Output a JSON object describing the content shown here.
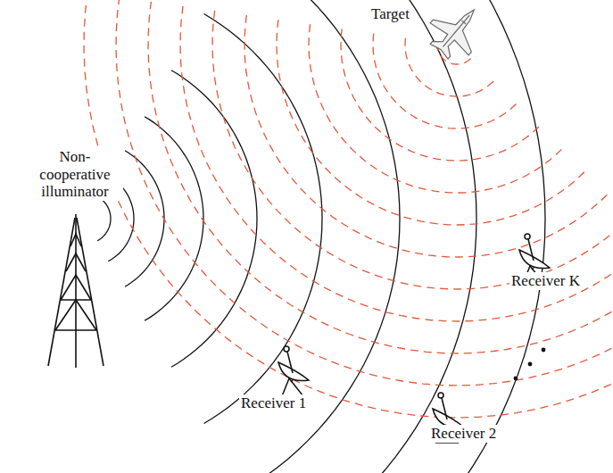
{
  "diagram": {
    "labels": [
      "Non-cooperative illuminator",
      "Target",
      "Receiver 1",
      "Receiver 2",
      "Receiver K"
    ]
  }
}
